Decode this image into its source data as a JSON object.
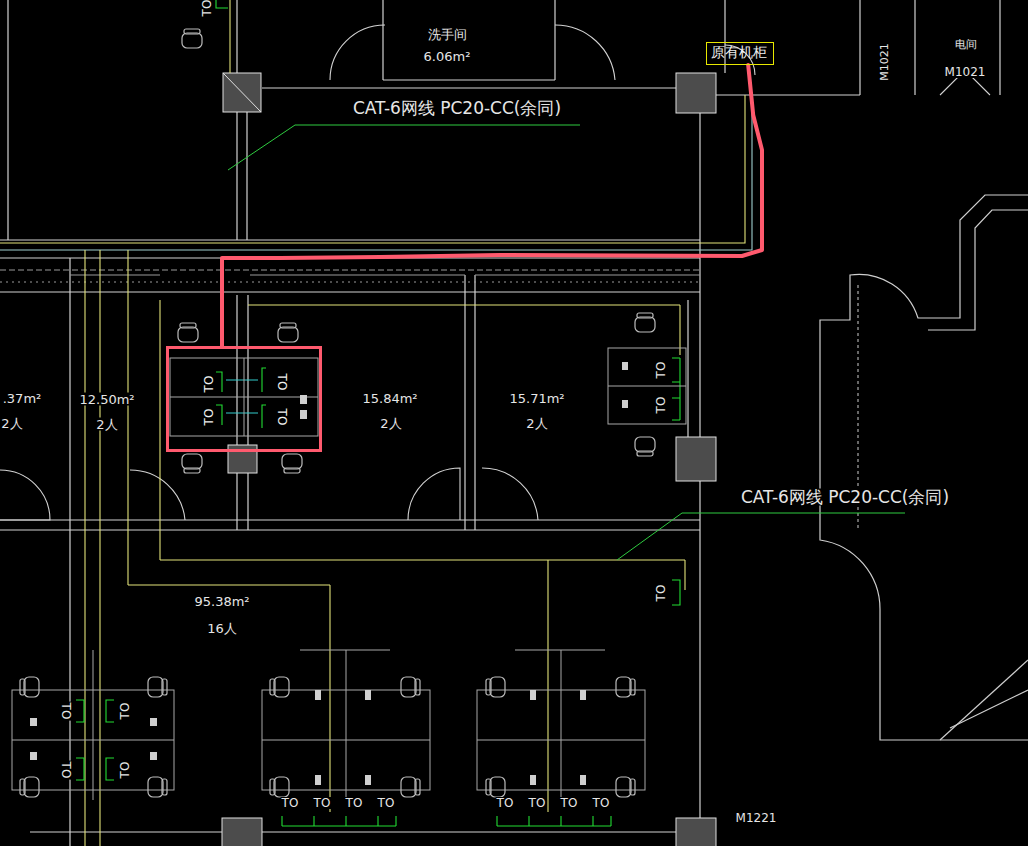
{
  "diagram": {
    "nodes": [
      {
        "text": [
          "原有机柜"
        ]
      },
      {
        "text": [
          "TO",
          "TO",
          "TO",
          "TO"
        ]
      }
    ],
    "edges": [
      {
        "from": 0,
        "to": 1,
        "arrow": "none"
      }
    ],
    "labels": [
      "洗手间",
      "6.06m²",
      "电间",
      "M1021",
      "M1021",
      "CAT-6网线 PC20-CC(余同)",
      "CAT-6网线 PC20-CC(余同)",
      ".37m²",
      "2人",
      "12.50m²",
      "2人",
      "15.84m²",
      "2人",
      "15.71m²",
      "2人",
      "95.38m²",
      "16人",
      "M1221",
      "TO",
      "TO",
      "TO",
      "TO",
      "TO",
      "TO",
      "TO",
      "TO",
      "TO",
      "TO",
      "TO",
      "TO",
      "TO",
      "TO",
      "TO",
      "TO"
    ]
  }
}
